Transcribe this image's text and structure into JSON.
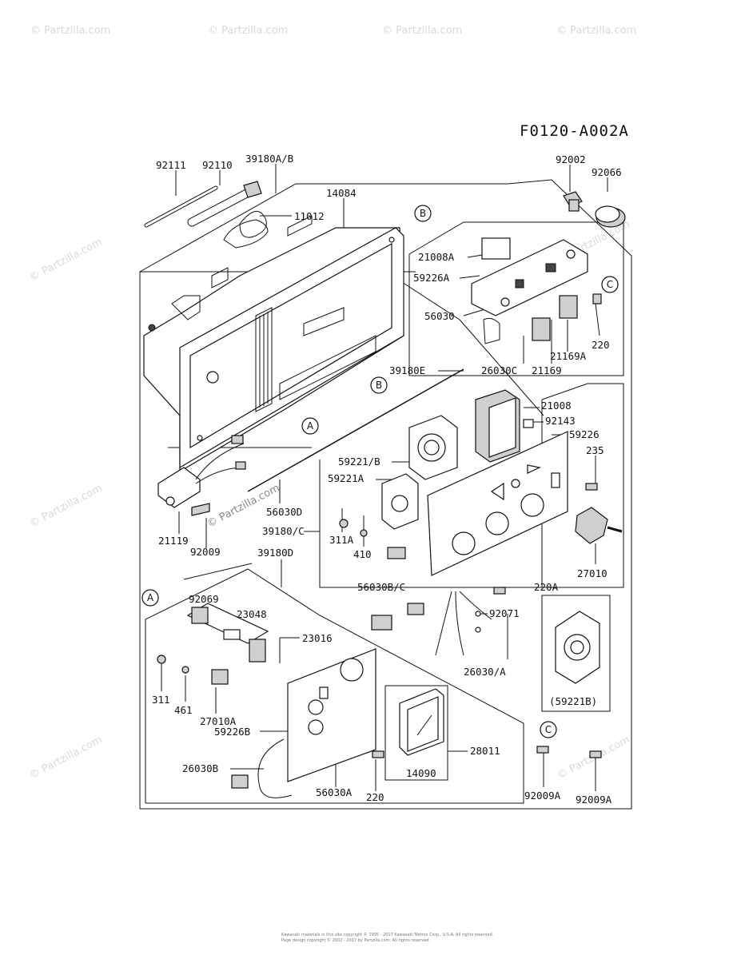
{
  "diagram": {
    "code": "F0120-A002A",
    "watermark": "© Partzilla.com",
    "copyright": {
      "line1": "Kawasaki materials in this site copyright © 1995 - 2017 Kawasaki Motors Corp., U.S.A. All rights reserved.",
      "line2": "Page design copyright © 2002 - 2017 by Partzilla.com. All rights reserved."
    },
    "callouts": {
      "a": "A",
      "b": "B",
      "c": "C"
    },
    "labels": {
      "p92111": "92111",
      "p92110": "92110",
      "p39180ab": "39180A/B",
      "p14084": "14084",
      "p11012": "11012",
      "p92002": "92002",
      "p92066": "92066",
      "p21008a": "21008A",
      "p59226a": "59226A",
      "p56030": "56030",
      "p220_top": "220",
      "p21169a": "21169A",
      "p26030c": "26030C",
      "p21169": "21169",
      "p39180e": "39180E",
      "p21008": "21008",
      "p92143": "92143",
      "p59226": "59226",
      "p235": "235",
      "p59221b_slash": "59221/B",
      "p59221a": "59221A",
      "p56030d": "56030D",
      "p39180c": "39180/C",
      "p21119": "21119",
      "p92009": "92009",
      "p311a": "311A",
      "p410": "410",
      "p27010": "27010",
      "p220a": "220A",
      "p56030bc": "56030B/C",
      "p92071": "92071",
      "p26030a": "26030/A",
      "p59221b_paren": "(59221B)",
      "p39180d": "39180D",
      "p92069": "92069",
      "p23048": "23048",
      "p23016": "23016",
      "p311": "311",
      "p461": "461",
      "p27010a": "27010A",
      "p59226b": "59226B",
      "p26030b": "26030B",
      "p56030a": "56030A",
      "p220_bottom": "220",
      "p14090": "14090",
      "p28011": "28011",
      "p92009a_1": "92009A",
      "p92009a_2": "92009A"
    }
  }
}
